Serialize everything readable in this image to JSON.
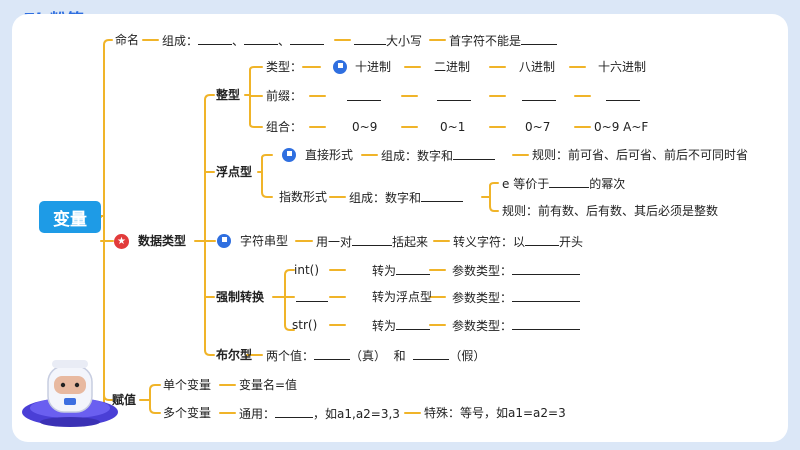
{
  "brand": {
    "logo_text": "粉笔"
  },
  "root": {
    "label": "变量"
  },
  "naming": {
    "label": "命名",
    "composition": "组成：",
    "sep1": "、",
    "sep2": "、",
    "case": "大小写",
    "first_char": "首字符不能是"
  },
  "types": {
    "label": "数据类型",
    "integer": {
      "label": "整型",
      "type_label": "类型：",
      "types": [
        "十进制",
        "二进制",
        "八进制",
        "十六进制"
      ],
      "prefix_label": "前缀：",
      "combo_label": "组合：",
      "combos": [
        "0~9",
        "0~1",
        "0~7",
        "0~9 A~F"
      ]
    },
    "float": {
      "label": "浮点型",
      "direct": "直接形式",
      "direct_comp": "组成：数字和",
      "direct_rule": "规则：前可省、后可省、前后不可同时省",
      "exp": "指数形式",
      "exp_comp": "组成：数字和",
      "e_equiv": "e 等价于",
      "e_power": "的幂次",
      "exp_rule": "规则：前有数、后有数、其后必须是整数"
    },
    "string": {
      "label": "字符串型",
      "pair": "用一对",
      "enclose": "括起来",
      "escape": "转义字符：以",
      "start": "开头"
    },
    "cast": {
      "label": "强制转换",
      "rows": [
        {
          "fn": "int()",
          "to": "转为",
          "param": "参数类型："
        },
        {
          "fn": "",
          "to": "转为浮点型",
          "param": "参数类型："
        },
        {
          "fn": "str()",
          "to": "转为",
          "param": "参数类型："
        }
      ]
    },
    "bool": {
      "label": "布尔型",
      "two": "两个值：",
      "true": "（真）",
      "and": "和",
      "false": "（假）"
    }
  },
  "assign": {
    "label": "赋值",
    "single": "单个变量",
    "single_form": "变量名=值",
    "multi": "多个变量",
    "general": "通用：",
    "general_ex": "，如a1,a2=3,3",
    "special": "特殊：等号，如a1=a2=3"
  },
  "colors": {
    "branch": "#f0b429",
    "root": "#1e9be6",
    "flag": "#2f6fe0",
    "star": "#e23b3b"
  }
}
